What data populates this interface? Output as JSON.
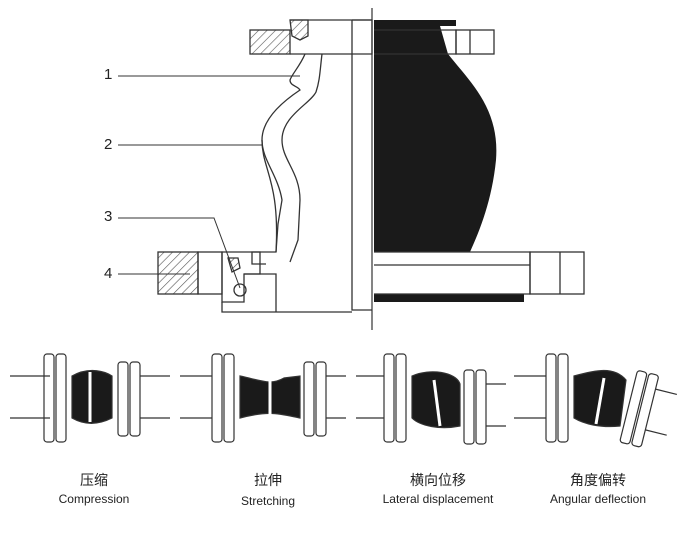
{
  "callouts": [
    {
      "number": "1"
    },
    {
      "number": "2"
    },
    {
      "number": "3"
    },
    {
      "number": "4"
    }
  ],
  "modes": [
    {
      "zh": "压缩",
      "en": "Compression"
    },
    {
      "zh": "拉伸",
      "en": "Stretching"
    },
    {
      "zh": "横向位移",
      "en": "Lateral displacement"
    },
    {
      "zh": "角度偏转",
      "en": "Angular deflection"
    }
  ],
  "colors": {
    "line": "#333333",
    "rubber": "#1a1a1a",
    "hatch": "#555555"
  }
}
